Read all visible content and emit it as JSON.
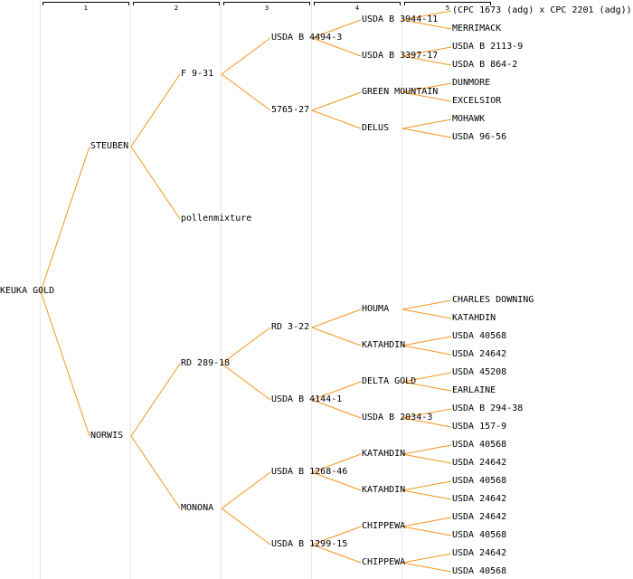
{
  "colors": {
    "edge": "#f7941d",
    "grid": "#e6e6e6",
    "text": "#000000"
  },
  "generation_labels": [
    "1",
    "2",
    "3",
    "4",
    "5"
  ],
  "root": {
    "name": "KEUKA GOLD",
    "children": [
      {
        "name": "STEUBEN",
        "children": [
          {
            "name": "F 9-31",
            "children": [
              {
                "name": "USDA B 4494-3",
                "children": [
                  {
                    "name": "USDA B 3944-11",
                    "children": [
                      {
                        "name": "(CPC 1673 (adg) x CPC 2201 (adg))"
                      },
                      {
                        "name": "MERRIMACK"
                      }
                    ]
                  },
                  {
                    "name": "USDA B 3397-17",
                    "children": [
                      {
                        "name": "USDA B 2113-9"
                      },
                      {
                        "name": "USDA B 864-2"
                      }
                    ]
                  }
                ]
              },
              {
                "name": "5765-27",
                "children": [
                  {
                    "name": "GREEN MOUNTAIN",
                    "children": [
                      {
                        "name": "DUNMORE"
                      },
                      {
                        "name": "EXCELSIOR"
                      }
                    ]
                  },
                  {
                    "name": "DELUS",
                    "children": [
                      {
                        "name": "MOHAWK"
                      },
                      {
                        "name": "USDA 96-56"
                      }
                    ]
                  }
                ]
              }
            ]
          },
          {
            "name": "pollenmixture"
          }
        ]
      },
      {
        "name": "NORWIS",
        "children": [
          {
            "name": "RD 289-18",
            "children": [
              {
                "name": "RD 3-22",
                "children": [
                  {
                    "name": "HOUMA",
                    "children": [
                      {
                        "name": "CHARLES DOWNING"
                      },
                      {
                        "name": "KATAHDIN"
                      }
                    ]
                  },
                  {
                    "name": "KATAHDIN",
                    "children": [
                      {
                        "name": "USDA 40568"
                      },
                      {
                        "name": "USDA 24642"
                      }
                    ]
                  }
                ]
              },
              {
                "name": "USDA B 4144-1",
                "children": [
                  {
                    "name": "DELTA GOLD",
                    "children": [
                      {
                        "name": "USDA 45208"
                      },
                      {
                        "name": "EARLAINE"
                      }
                    ]
                  },
                  {
                    "name": "USDA B 2034-3",
                    "children": [
                      {
                        "name": "USDA B 294-38"
                      },
                      {
                        "name": "USDA 157-9"
                      }
                    ]
                  }
                ]
              }
            ]
          },
          {
            "name": "MONONA",
            "children": [
              {
                "name": "USDA B 1268-46",
                "children": [
                  {
                    "name": "KATAHDIN",
                    "children": [
                      {
                        "name": "USDA 40568"
                      },
                      {
                        "name": "USDA 24642"
                      }
                    ]
                  },
                  {
                    "name": "KATAHDIN",
                    "children": [
                      {
                        "name": "USDA 40568"
                      },
                      {
                        "name": "USDA 24642"
                      }
                    ]
                  }
                ]
              },
              {
                "name": "USDA B 1299-15",
                "children": [
                  {
                    "name": "CHIPPEWA",
                    "children": [
                      {
                        "name": "USDA 24642"
                      },
                      {
                        "name": "USDA 40568"
                      }
                    ]
                  },
                  {
                    "name": "CHIPPEWA",
                    "children": [
                      {
                        "name": "USDA 24642"
                      },
                      {
                        "name": "USDA 40568"
                      }
                    ]
                  }
                ]
              }
            ]
          }
        ]
      }
    ]
  }
}
